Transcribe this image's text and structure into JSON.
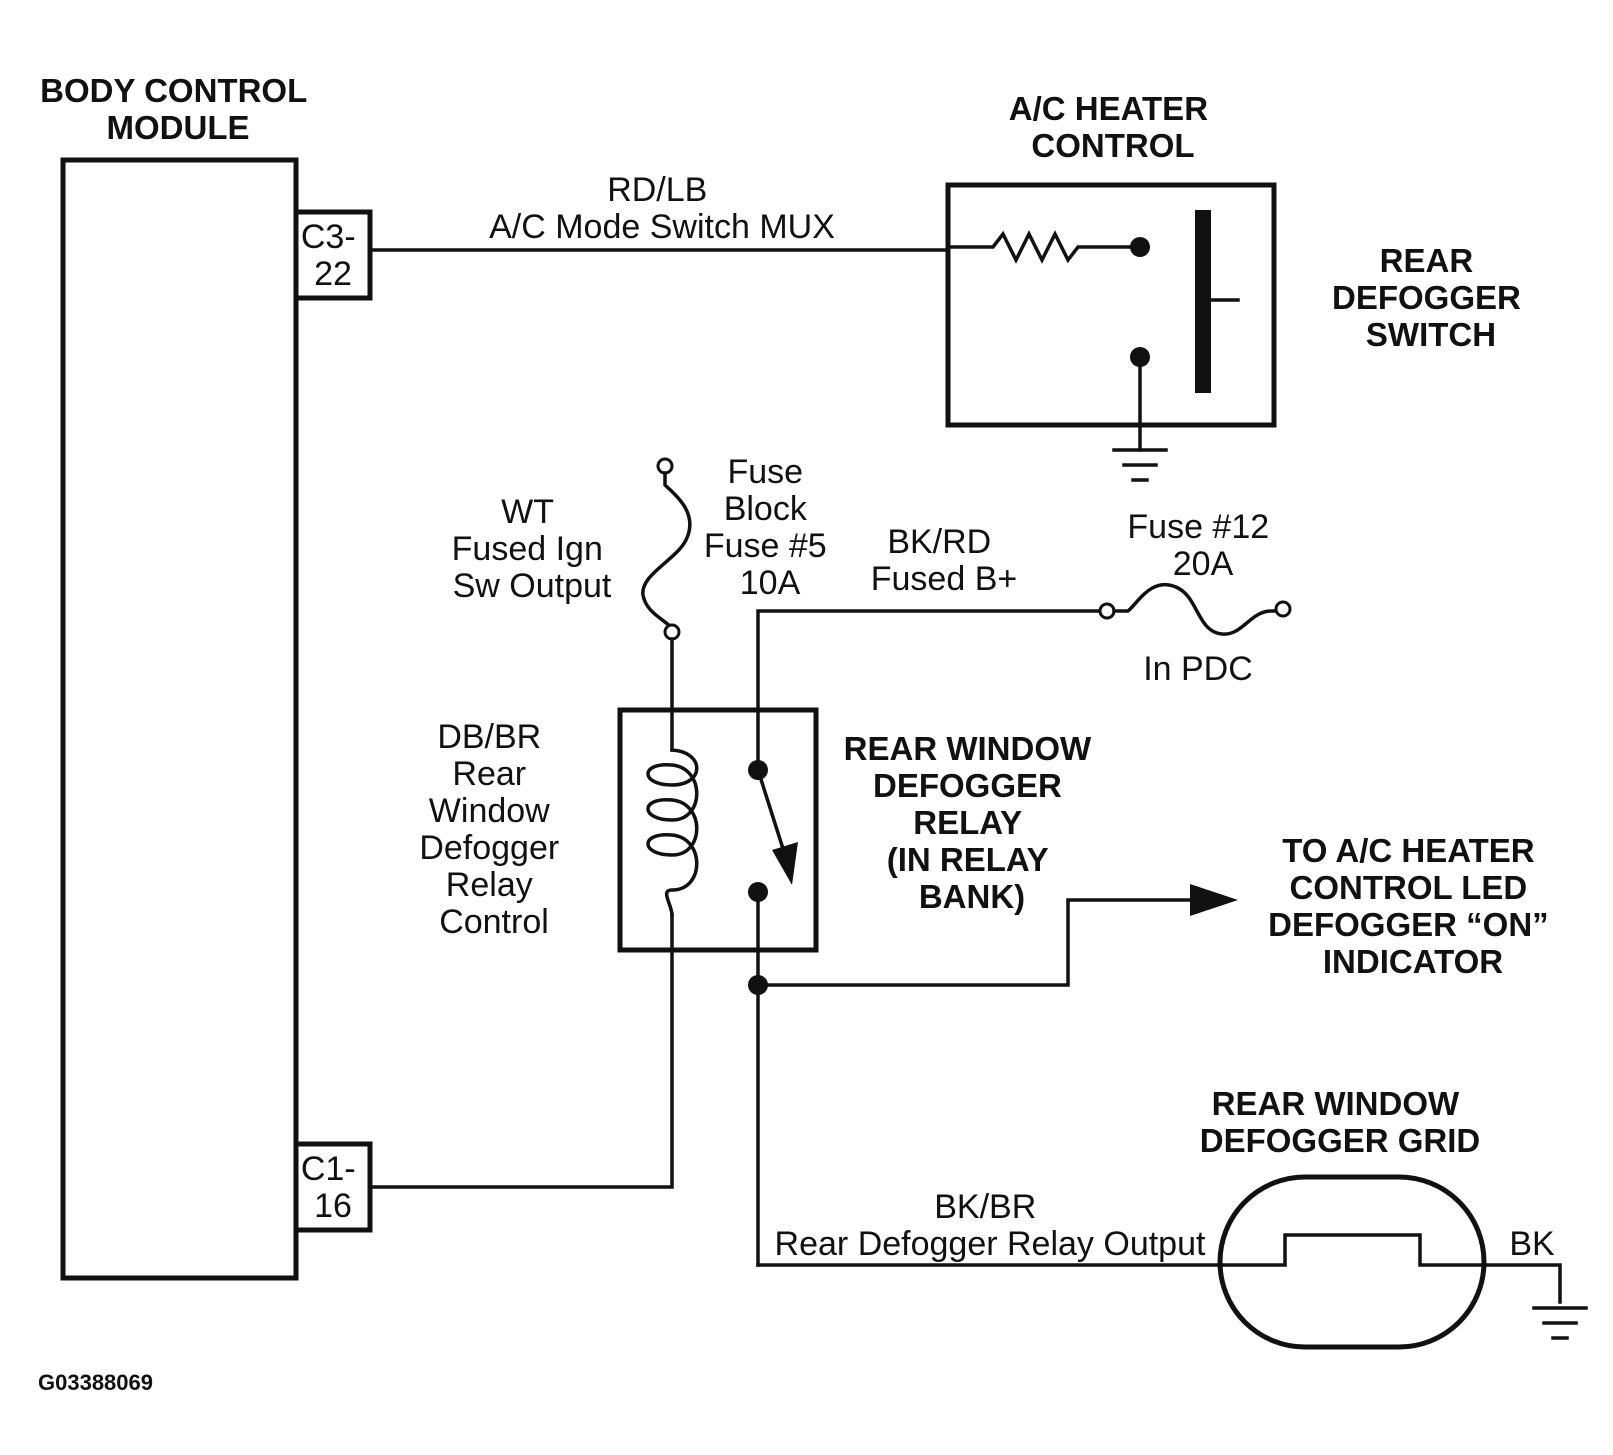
{
  "labels": {
    "bcm": [
      "BODY CONTROL",
      "MODULE"
    ],
    "ac_heater_control": [
      "A/C HEATER",
      "CONTROL"
    ],
    "rear_defogger_switch": [
      "REAR",
      "DEFOGGER",
      "SWITCH"
    ],
    "connector_c3": [
      "C3-",
      "22"
    ],
    "connector_c1": [
      "C1-",
      "16"
    ],
    "wire_rdlb": [
      "RD/LB",
      "A/C Mode Switch MUX"
    ],
    "wire_wt": [
      "WT",
      "Fused Ign",
      "Sw Output"
    ],
    "fuse5": [
      "Fuse",
      "Block",
      "Fuse #5",
      "10A"
    ],
    "wire_bkrd": [
      "BK/RD",
      "Fused B+"
    ],
    "fuse12": [
      "Fuse #12",
      "20A"
    ],
    "in_pdc": "In PDC",
    "wire_dbbr": [
      "DB/BR",
      "Rear",
      "Window",
      "Defogger",
      "Relay",
      "Control"
    ],
    "relay": [
      "REAR WINDOW",
      "DEFOGGER",
      "RELAY",
      "(IN RELAY",
      "BANK)"
    ],
    "to_ac_led": [
      "TO A/C HEATER",
      "CONTROL LED",
      "DEFOGGER “ON”",
      "INDICATOR"
    ],
    "grid": [
      "REAR WINDOW",
      "DEFOGGER GRID"
    ],
    "wire_bkbr": [
      "BK/BR",
      "Rear Defogger Relay Output"
    ],
    "wire_bk": "BK",
    "figure_id": "G03388069"
  }
}
